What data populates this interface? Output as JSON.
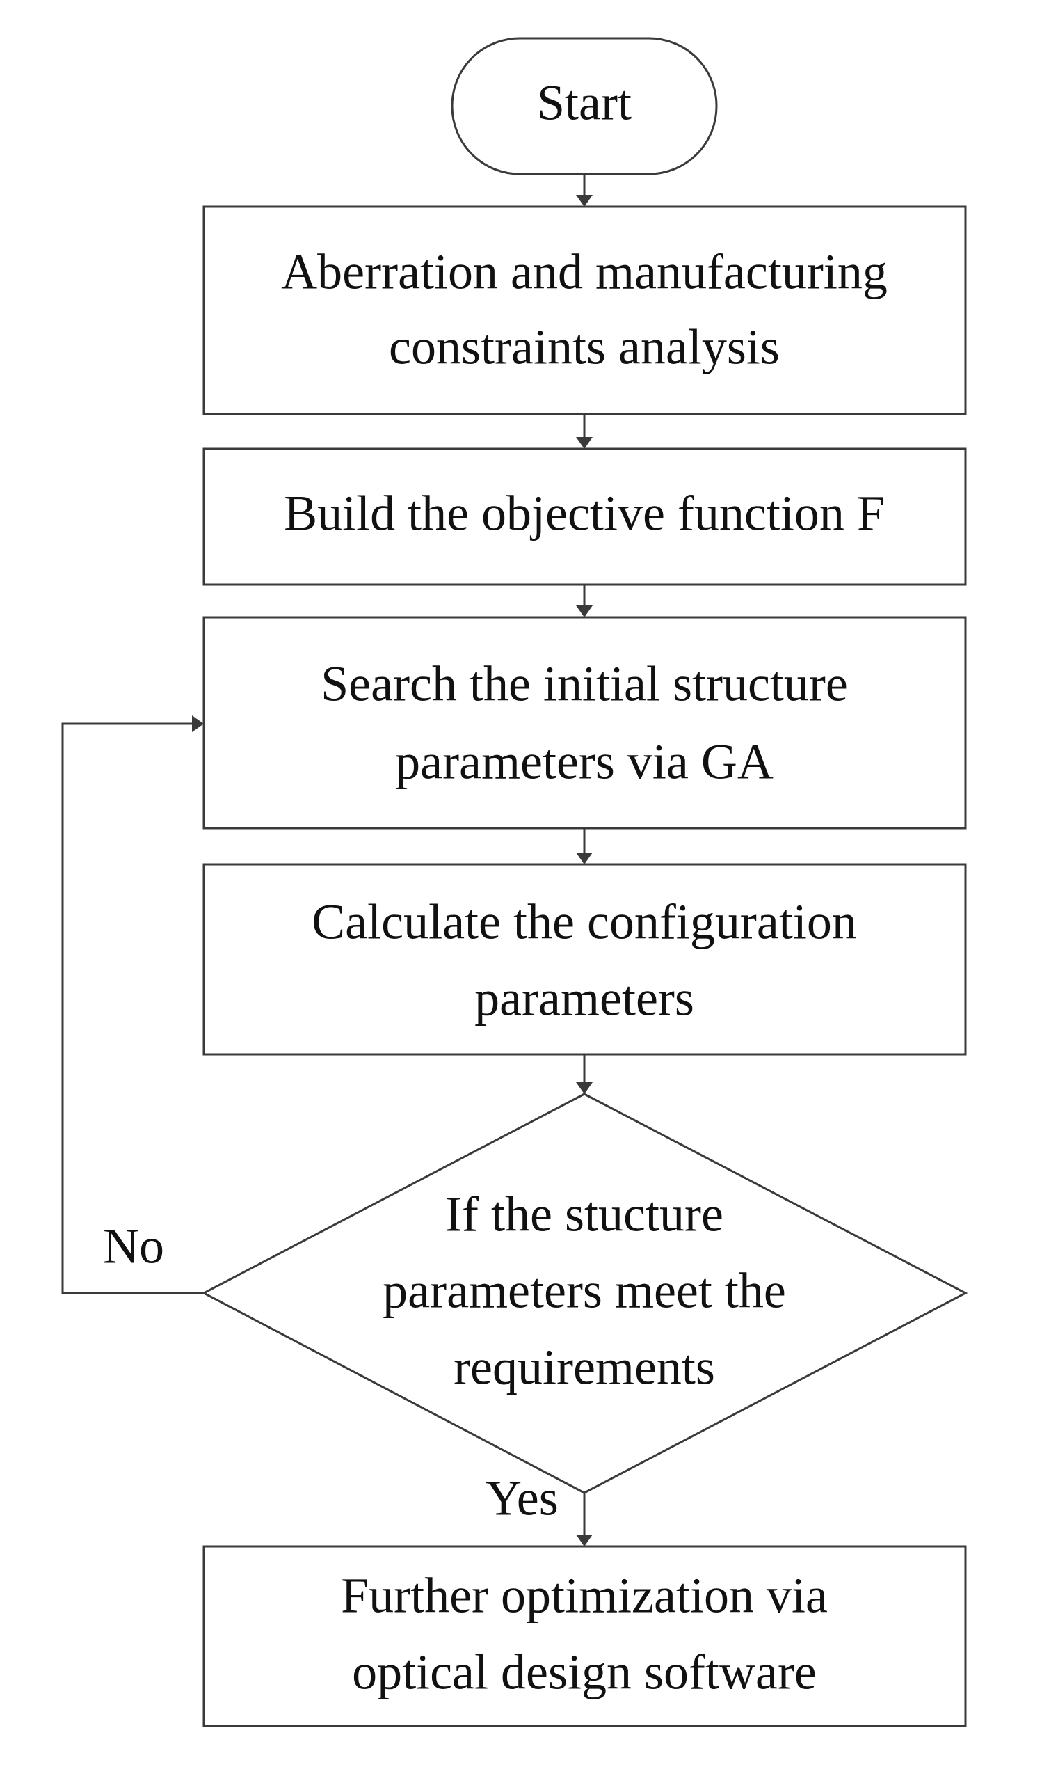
{
  "flowchart": {
    "start": {
      "label": "Start"
    },
    "step1": {
      "lines": [
        "Aberration and manufacturing",
        "constraints analysis"
      ]
    },
    "step2": {
      "lines": [
        "Build the objective function F"
      ]
    },
    "step3": {
      "lines": [
        "Search the initial structure",
        "parameters via GA"
      ]
    },
    "step4": {
      "lines": [
        "Calculate the configuration",
        "parameters"
      ]
    },
    "decision": {
      "lines": [
        "If the stucture",
        "parameters meet the",
        "requirements"
      ]
    },
    "no_label": "No",
    "yes_label": "Yes",
    "step5": {
      "lines": [
        "Further optimization via",
        "optical design software"
      ]
    }
  },
  "colors": {
    "stroke": "#3a3a3a",
    "text": "#111111",
    "background": "#ffffff"
  }
}
